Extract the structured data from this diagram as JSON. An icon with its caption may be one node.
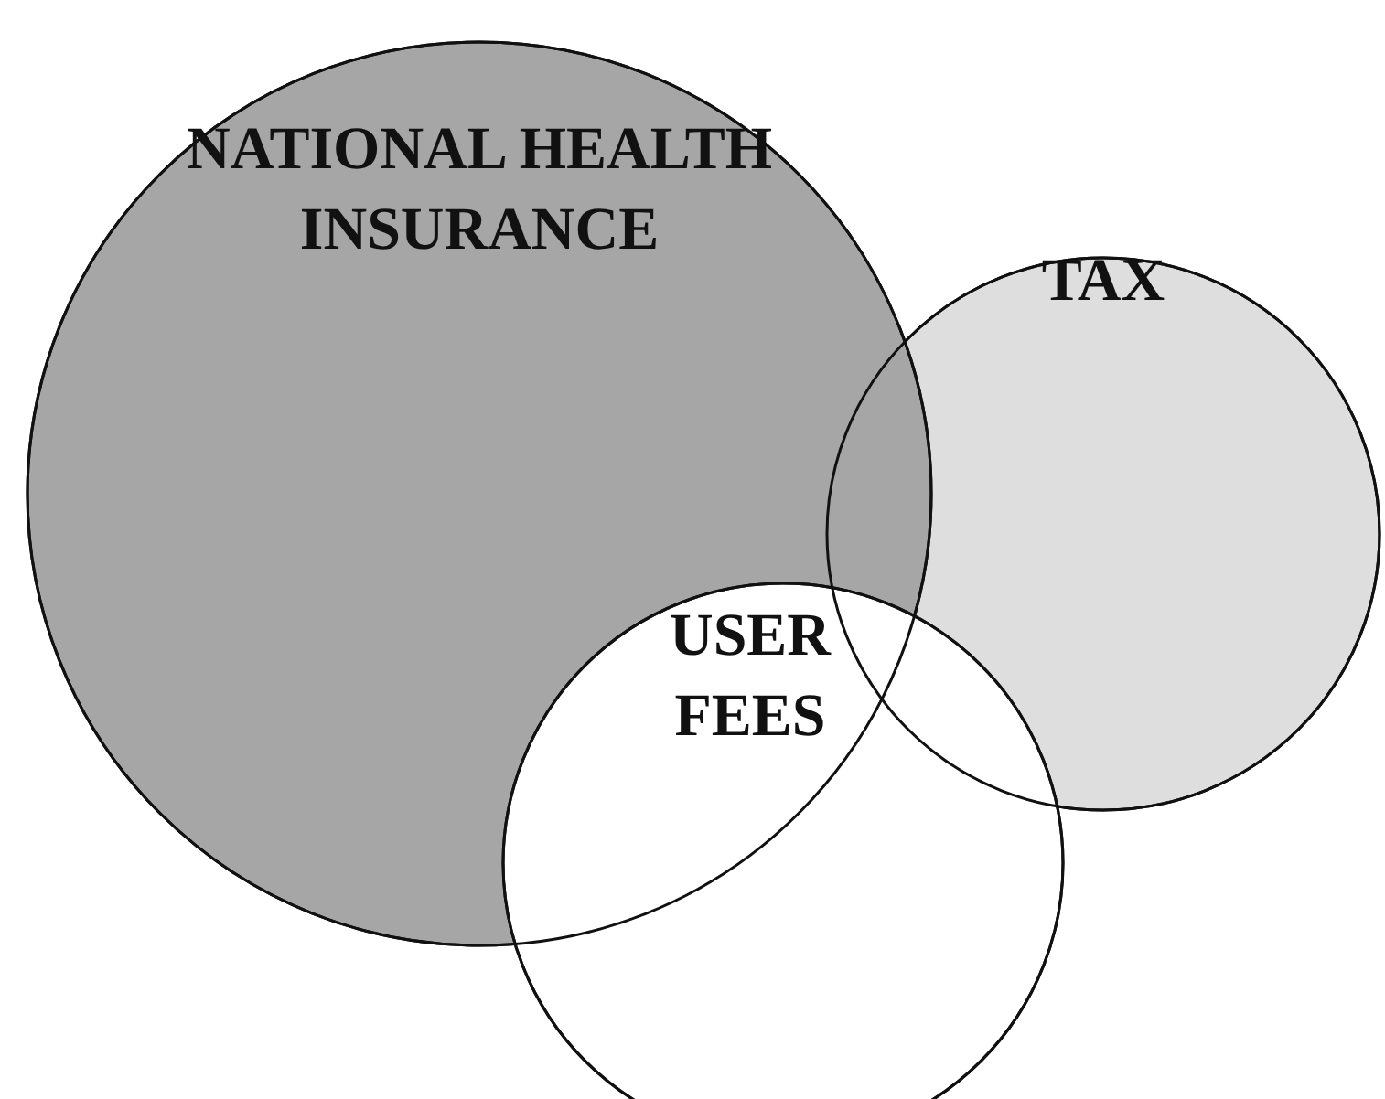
{
  "diagram": {
    "nodes": [
      {
        "text": [
          "NATIONAL HEALTH INSURANCE"
        ]
      },
      {
        "text": [
          "TAX"
        ]
      },
      {
        "text": [
          "USER FEES"
        ]
      }
    ]
  }
}
